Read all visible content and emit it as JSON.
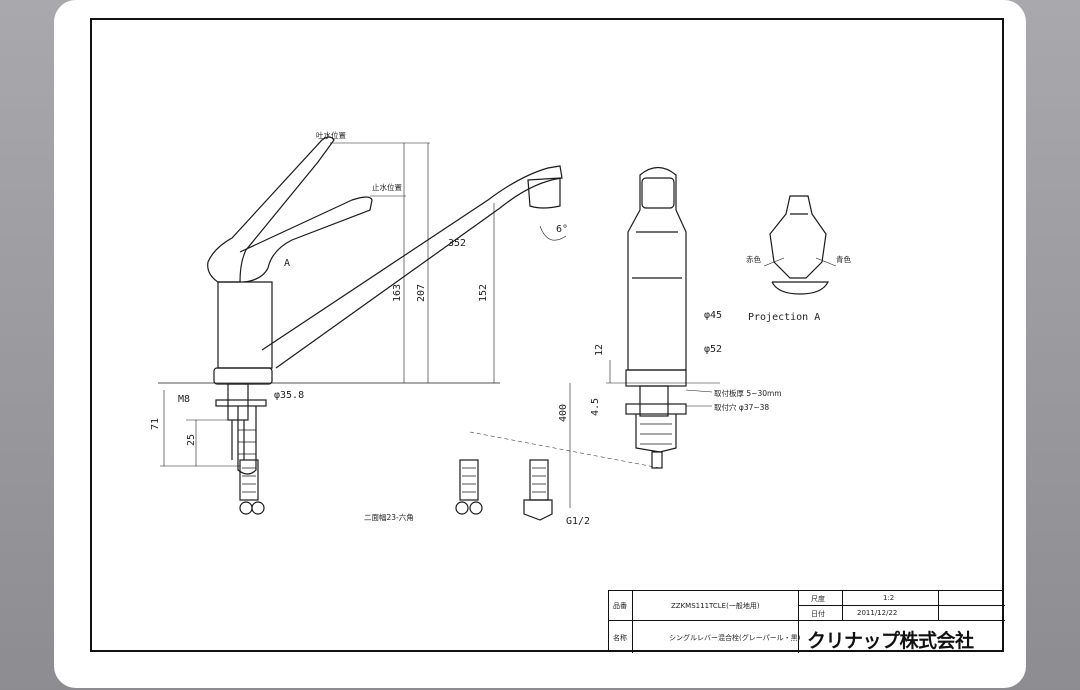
{
  "diagram": {
    "labels": {
      "spout_pos_hot": "吐水位置",
      "spout_pos_stop": "止水位置",
      "label_a": "A",
      "dim_352": "352",
      "dim_163": "163",
      "dim_207": "207",
      "dim_152": "152",
      "dim_6": "6°",
      "m8": "M8",
      "dia_35_8": "φ35.8",
      "dim_71": "71",
      "dim_25": "25",
      "dim_45": "φ45",
      "dim_52": "φ52",
      "dim_12": "12",
      "dim_400": "400",
      "dim_4_5": "4.5",
      "mount_thickness": "取付板厚  5~30mm",
      "mount_hole": "取付穴  φ37~38",
      "hex_label": "二面幅23-六角",
      "g12": "G1/2",
      "projection_a": "Projection A",
      "hot_label": "赤色",
      "cold_label": "青色"
    }
  },
  "title_block": {
    "model_label": "品番",
    "model_value": "ZZKMS111TCLE(一般地用)",
    "name_label": "名称",
    "name_value": "シングルレバー混合栓(グレーパール・黒)",
    "scale_label": "尺度",
    "scale_value": "1:2",
    "date_label": "日付",
    "date_value": "2011/12/22",
    "company": "クリナップ株式会社"
  }
}
